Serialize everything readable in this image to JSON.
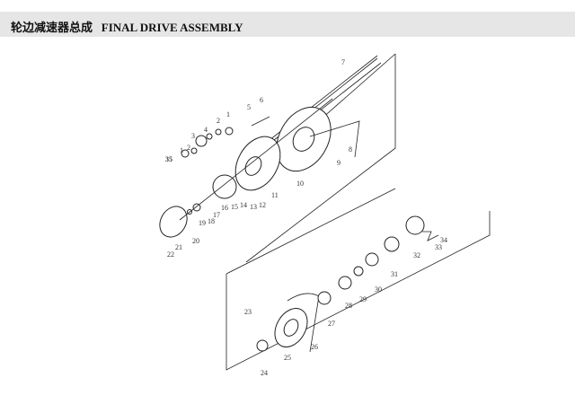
{
  "header": {
    "title_cn": "轮边减速器总成",
    "title_en": "FINAL DRIVE ASSEMBLY"
  },
  "diagram": {
    "labels": [
      "7",
      "6",
      "5",
      "1",
      "2",
      "4",
      "3",
      "2",
      "1",
      "35",
      "8",
      "9",
      "10",
      "11",
      "12",
      "13",
      "14",
      "15",
      "16",
      "17",
      "18",
      "19",
      "20",
      "21",
      "22",
      "23",
      "24",
      "25",
      "26",
      "27",
      "28",
      "29",
      "30",
      "31",
      "32",
      "33",
      "34"
    ]
  }
}
